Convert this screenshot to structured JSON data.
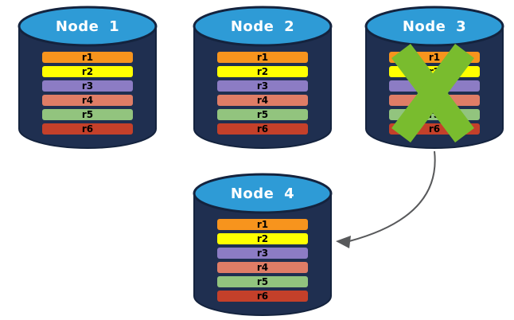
{
  "diagram": {
    "nodes": [
      {
        "title": "Node 1",
        "rows": [
          {
            "label": "r1",
            "color": "#F7941D"
          },
          {
            "label": "r2",
            "color": "#FFFF00"
          },
          {
            "label": "r3",
            "color": "#8C7CC4"
          },
          {
            "label": "r4",
            "color": "#DF7D66"
          },
          {
            "label": "r5",
            "color": "#92C47E"
          },
          {
            "label": "r6",
            "color": "#C4402A"
          }
        ]
      },
      {
        "title": "Node 2",
        "rows": [
          {
            "label": "r1",
            "color": "#F7941D"
          },
          {
            "label": "r2",
            "color": "#FFFF00"
          },
          {
            "label": "r3",
            "color": "#8C7CC4"
          },
          {
            "label": "r4",
            "color": "#DF7D66"
          },
          {
            "label": "r5",
            "color": "#92C47E"
          },
          {
            "label": "r6",
            "color": "#C4402A"
          }
        ]
      },
      {
        "title": "Node 3",
        "rows": [
          {
            "label": "r1",
            "color": "#F7941D"
          },
          {
            "label": "r2",
            "color": "#FFFF00"
          },
          {
            "label": "r3",
            "color": "#8C7CC4"
          },
          {
            "label": "r4",
            "color": "#DF7D66"
          },
          {
            "label": "r5",
            "color": "#92C47E"
          },
          {
            "label": "r6",
            "color": "#C4402A"
          }
        ]
      },
      {
        "title": "Node 4",
        "rows": [
          {
            "label": "r1",
            "color": "#F7941D"
          },
          {
            "label": "r2",
            "color": "#FFFF00"
          },
          {
            "label": "r3",
            "color": "#8C7CC4"
          },
          {
            "label": "r4",
            "color": "#DF7D66"
          },
          {
            "label": "r5",
            "color": "#92C47E"
          },
          {
            "label": "r6",
            "color": "#C4402A"
          }
        ]
      }
    ],
    "marks": {
      "failure_cross": {
        "on_node": "Node 3",
        "icon": "x-mark",
        "color": "#79BC2E"
      },
      "transfer_arrow": {
        "from": "Node 3",
        "to": "Node 4",
        "color": "#58595B"
      }
    },
    "colors": {
      "background": "#FFFFFF",
      "cylinder_body": "#1F2F50",
      "cylinder_top": "#2E9BD6",
      "cylinder_outline": "#14233E",
      "title_text": "#FFFFFF",
      "row_text": "#000000"
    }
  }
}
